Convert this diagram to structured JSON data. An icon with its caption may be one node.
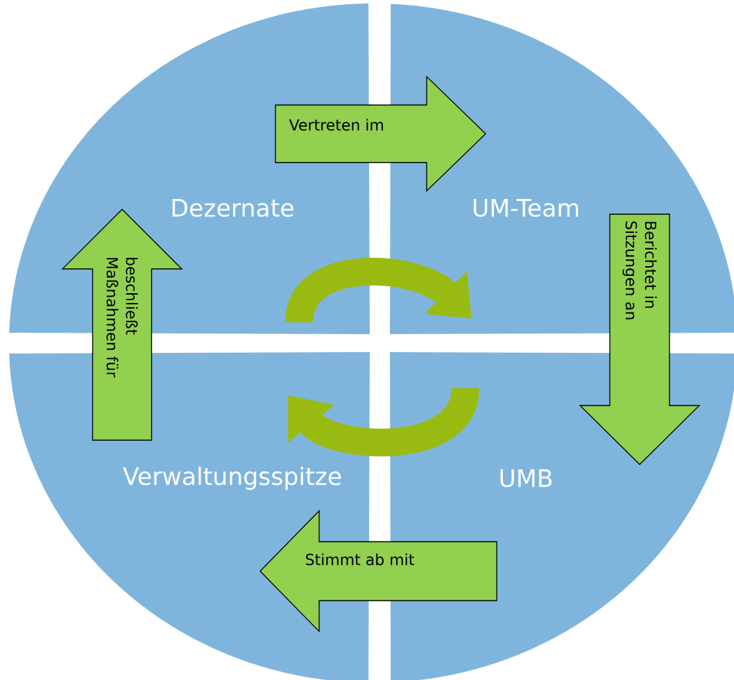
{
  "diagram": {
    "nodes": [
      {
        "text": [
          "Dezernate"
        ]
      },
      {
        "text": [
          "UM-Team"
        ]
      },
      {
        "text": [
          "Verwaltungsspitze"
        ]
      },
      {
        "text": [
          "UMB"
        ]
      }
    ],
    "edges": [
      {
        "from": 0,
        "to": 1,
        "arrow": "to",
        "label": "Vertreten im"
      },
      {
        "from": 1,
        "to": 3,
        "arrow": "to",
        "label": "Berichtet in Sitzungen an"
      },
      {
        "from": 3,
        "to": 2,
        "arrow": "to",
        "label": "Stimmt ab mit"
      },
      {
        "from": 2,
        "to": 0,
        "arrow": "to",
        "label": "beschließt Maßnahmen für"
      },
      {
        "from": 0,
        "to": 1,
        "arrow": "to",
        "color": "#99bb11"
      },
      {
        "from": 3,
        "to": 2,
        "arrow": "to",
        "color": "#99bb11"
      }
    ]
  }
}
